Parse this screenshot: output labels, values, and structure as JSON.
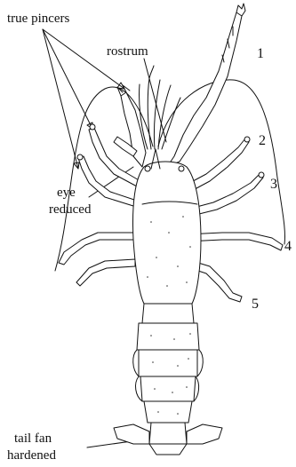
{
  "labels": {
    "true_pincers": "true pincers",
    "rostrum": "rostrum",
    "eye_line1": "eye",
    "eye_line2": "reduced",
    "tail_line1": "tail fan",
    "tail_line2": "hardened"
  },
  "leg_numbers": [
    "1",
    "2",
    "3",
    "4",
    "5"
  ],
  "colors": {
    "ink": "#111111",
    "background": "#ffffff"
  }
}
